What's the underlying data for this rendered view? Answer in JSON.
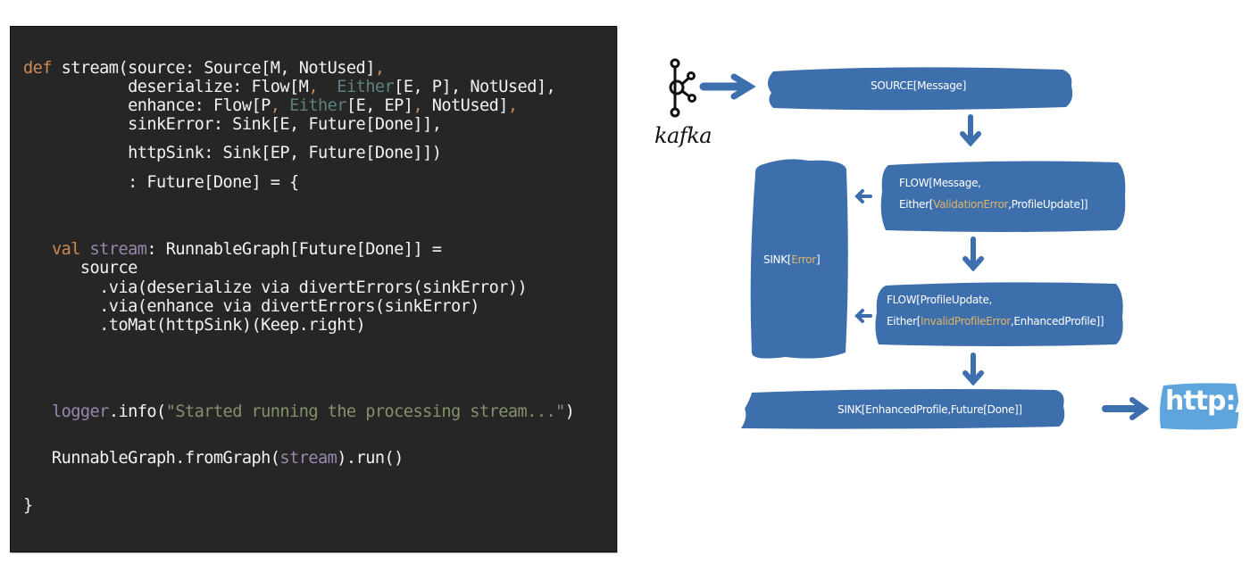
{
  "code": {
    "lines": [
      {
        "segments": [
          {
            "t": "def",
            "c": "kw"
          },
          {
            "t": " stream(source: Source[M, NotUsed]",
            "c": ""
          },
          {
            "t": ",",
            "c": "kw"
          }
        ]
      },
      {
        "segments": [
          {
            "t": "           deserialize: Flow[M",
            "c": ""
          },
          {
            "t": ",",
            "c": "kw"
          },
          {
            "t": "  ",
            "c": ""
          },
          {
            "t": "Either",
            "c": "ty"
          },
          {
            "t": "[E, P], NotUsed],",
            "c": ""
          }
        ]
      },
      {
        "segments": [
          {
            "t": "           enhance: Flow[P",
            "c": ""
          },
          {
            "t": ", ",
            "c": "kw"
          },
          {
            "t": "Either",
            "c": "ty"
          },
          {
            "t": "[E, EP]",
            "c": ""
          },
          {
            "t": ",",
            "c": "kw"
          },
          {
            "t": " NotUsed]",
            "c": ""
          },
          {
            "t": ",",
            "c": "kw"
          }
        ]
      },
      {
        "segments": [
          {
            "t": "           sinkError: Sink[E, Future[Done]],",
            "c": ""
          }
        ]
      },
      {
        "segments": [
          {
            "t": "           httpSink: Sink[EP, Future[Done]])",
            "c": ""
          }
        ]
      },
      {
        "segments": [
          {
            "t": "           : Future[Done] = {",
            "c": ""
          }
        ]
      },
      {
        "segments": [
          {
            "t": "   ",
            "c": ""
          },
          {
            "t": "val",
            "c": "kw"
          },
          {
            "t": " ",
            "c": ""
          },
          {
            "t": "stream",
            "c": "vr"
          },
          {
            "t": ": RunnableGraph[Future[Done]] =",
            "c": ""
          }
        ]
      },
      {
        "segments": [
          {
            "t": "      source",
            "c": ""
          }
        ]
      },
      {
        "segments": [
          {
            "t": "        .via(deserialize via divertErrors(sinkError))",
            "c": ""
          }
        ]
      },
      {
        "segments": [
          {
            "t": "        .via(enhance via divertErrors(sinkError)",
            "c": ""
          }
        ]
      },
      {
        "segments": [
          {
            "t": "        .toMat(httpSink)(Keep.right)",
            "c": ""
          }
        ]
      },
      {
        "segments": [
          {
            "t": "   ",
            "c": ""
          },
          {
            "t": "logger",
            "c": "vr"
          },
          {
            "t": ".info(",
            "c": ""
          },
          {
            "t": "\"Started running the processing stream...\"",
            "c": "st"
          },
          {
            "t": ")",
            "c": ""
          }
        ]
      },
      {
        "segments": [
          {
            "t": "   RunnableGraph.fromGraph(",
            "c": ""
          },
          {
            "t": "stream",
            "c": "vr"
          },
          {
            "t": ").run()",
            "c": ""
          }
        ]
      },
      {
        "segments": [
          {
            "t": "}",
            "c": ""
          }
        ]
      }
    ]
  },
  "diagram": {
    "kafka_label": "kafka",
    "http_label": "http://",
    "colors": {
      "box": "#3d6fad",
      "http_box": "#5ea5de",
      "highlight": "#e2b466",
      "arrow": "#3d6fad"
    },
    "source": {
      "parts": [
        {
          "t": "SOURCE[Message]",
          "h": false
        }
      ]
    },
    "flow1": {
      "line1": [
        {
          "t": "FLOW[Message,",
          "h": false
        }
      ],
      "line2": [
        {
          "t": "Either[",
          "h": false
        },
        {
          "t": "ValidationError",
          "h": true
        },
        {
          "t": ",ProfileUpdate]]",
          "h": false
        }
      ]
    },
    "sink_error": {
      "parts": [
        {
          "t": "SINK[",
          "h": false
        },
        {
          "t": "Error",
          "h": true
        },
        {
          "t": "]",
          "h": false
        }
      ]
    },
    "flow2": {
      "line1": [
        {
          "t": "FLOW[ProfileUpdate,",
          "h": false
        }
      ],
      "line2": [
        {
          "t": "Either[",
          "h": false
        },
        {
          "t": "InvalidProfileError",
          "h": true
        },
        {
          "t": ",EnhancedProfile]]",
          "h": false
        }
      ]
    },
    "sink_http": {
      "parts": [
        {
          "t": "SINK[EnhancedProfile,Future[Done]]",
          "h": false
        }
      ]
    }
  }
}
